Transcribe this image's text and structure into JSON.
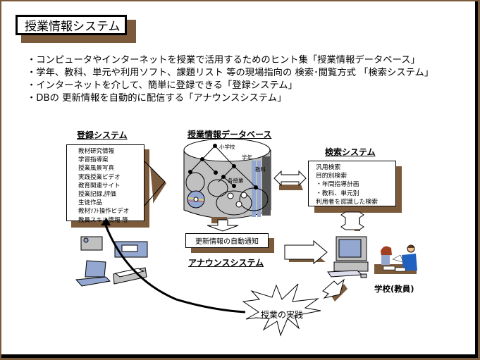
{
  "slide": {
    "title": "授業情報システム",
    "bullets": [
      "・コンピュータやインターネットを授業で活用するためのヒント集「授業情報データベース」",
      "・学年、教科、単元や利用ソフト、課題リスト 等の現場指向の 検索･閲覧方式 「検索システム」",
      "・インターネットを介して、簡単に登録できる「登録システム」",
      "・DBの 更新情報を自動的に配信する「アナウンスシステム」"
    ]
  },
  "registration": {
    "title": "登録システム",
    "items": [
      "教材研究情報",
      "学習指導案",
      "授業風景写真",
      "実践授業ビデオ",
      "教育関連サイト",
      "授業記録,評価",
      "生徒作品",
      "教材ｿﾌﾄ操作ビデオ",
      "教員スキル情報 等"
    ]
  },
  "database": {
    "title": "授業情報データベース",
    "labels": {
      "school": "小学校",
      "grade": "学年",
      "subject": "教科",
      "lessons": "各授業"
    }
  },
  "search": {
    "title": "検索システム",
    "items": [
      "汎用検索",
      "目的別検索",
      "・年間指導計画",
      "・教科、単元別",
      "利用者を認識した検索"
    ]
  },
  "announce": {
    "notify_label": "更新情報の自動通知",
    "title": "アナウンスシステム"
  },
  "school": {
    "label": "学校(教員)"
  },
  "practice": {
    "label": "授業の実践"
  },
  "colors": {
    "frame_brown": "#7b5a3c",
    "cylinder_gray": "#c0c0c0",
    "stripe_blue": "#93a7d0"
  }
}
